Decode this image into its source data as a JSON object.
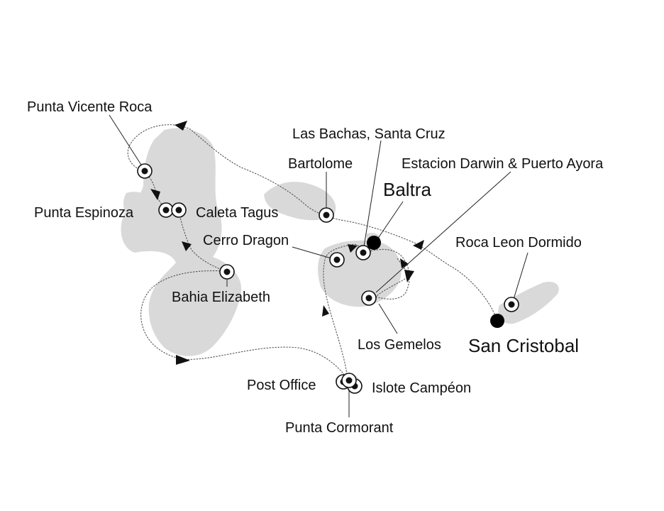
{
  "map": {
    "labels": {
      "punta_vicente_roca": "Punta Vicente Roca",
      "las_bachas": "Las Bachas, Santa Cruz",
      "bartolome": "Bartolome",
      "estacion_darwin": "Estacion Darwin & Puerto Ayora",
      "baltra": "Baltra",
      "punta_espinoza": "Punta Espinoza",
      "caleta_tagus": "Caleta Tagus",
      "cerro_dragon": "Cerro Dragon",
      "roca_leon_dormido": "Roca Leon Dormido",
      "bahia_elizabeth": "Bahia Elizabeth",
      "los_gemelos": "Los Gemelos",
      "san_cristobal": "San Cristobal",
      "post_office": "Post Office",
      "islote_campeon": "Islote Campéon",
      "punta_cormorant": "Punta Cormorant"
    },
    "colors": {
      "land": "#d9d9d9",
      "route": "#555555",
      "marker": "#111111",
      "background": "#ffffff"
    }
  }
}
